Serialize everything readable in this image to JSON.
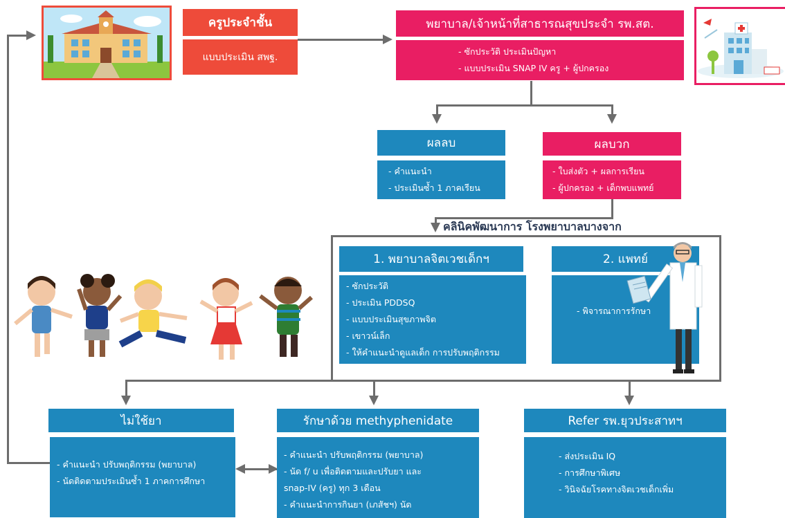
{
  "teacher": {
    "title": "ครูประจำชั้น",
    "body": "แบบประเมิน สพฐ."
  },
  "nurse": {
    "title": "พยาบาล/เจ้าหน้าที่สาธารณสุขประจำ รพ.สต.",
    "items": [
      "- ซักประวัติ ประเมินปัญหา",
      "- แบบประเมิน SNAP IV ครู + ผู้ปกครอง"
    ]
  },
  "negative": {
    "title": "ผลลบ",
    "items": [
      "- คำแนะนำ",
      "- ประเมินซ้ำ 1 ภาคเรียน"
    ]
  },
  "positive": {
    "title": "ผลบวก",
    "items": [
      "- ใบส่งตัว + ผลการเรียน",
      "- ผู้ปกครอง + เด็กพบแพทย์"
    ]
  },
  "clinic": {
    "heading": "คลินิคพัฒนาการ โรงพยาบาลบางจาก"
  },
  "psych_nurse": {
    "title": "1. พยาบาลจิตเวชเด็กฯ",
    "items": [
      "- ซักประวัติ",
      "- ประเมิน PDDSQ",
      "- แบบประเมินสุขภาพจิต",
      "- เขาวน์เล็ก",
      "- ให้คำแนะนำดูแลเด็ก การปรับพฤติกรรม"
    ]
  },
  "doctor": {
    "title": "2. แพทย์",
    "items": [
      "- พิจารณาการรักษา"
    ]
  },
  "no_drug": {
    "title": "ไม่ใช้ยา",
    "items": [
      "- คำแนะนำ ปรับพฤติกรรม (พยาบาล)",
      "- นัดติดตามประเมินซ้ำ 1 ภาคการศึกษา"
    ]
  },
  "methylphenidate": {
    "title": "รักษาด้วย methyphenidate",
    "items": [
      "- คำแนะนำ ปรับพฤติกรรม (พยาบาล)",
      "- นัด f/ u เพื่อติดตามและปรับยา และ",
      "snap-IV (ครู) ทุก 3 เดือน",
      "- คำแนะนำการกินยา (เภสัชฯ) นัด"
    ]
  },
  "refer": {
    "title": "Refer รพ.ยุวประสาทฯ",
    "items": [
      "- ส่งประเมิน IQ",
      "- การศึกษาพิเศษ",
      "- วินิจฉัยโรคทางจิตเวชเด็กเพิ่ม"
    ]
  },
  "colors": {
    "red": "#ee4b3a",
    "pink": "#e91e63",
    "blue": "#1e88bd",
    "line": "#6d6d6d"
  }
}
